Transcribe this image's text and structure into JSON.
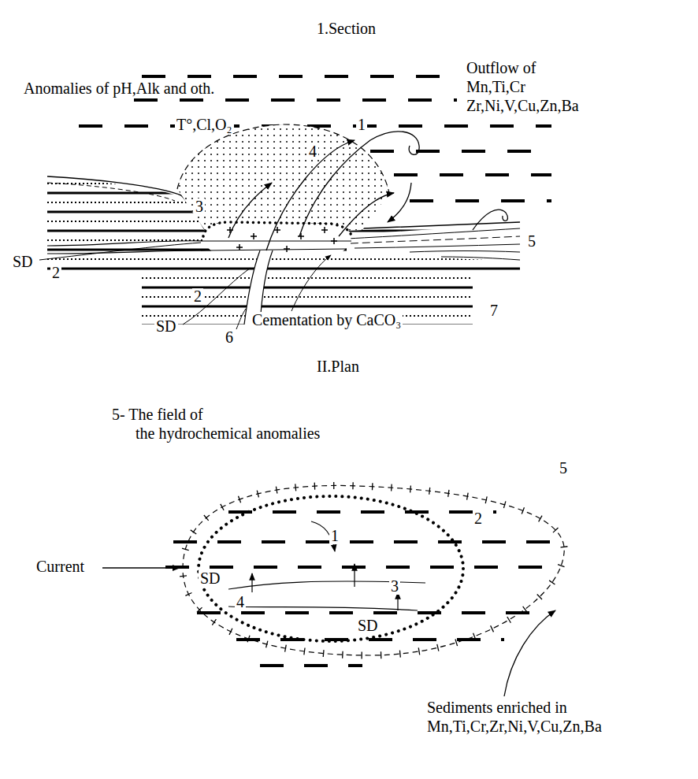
{
  "diagram": {
    "labels": [
      "1.Section",
      "Anomalies of pH,Alk and oth.",
      "Outflow of",
      "Mn,Ti,Cr",
      "Zr,Ni,V,Cu,Zn,Ba",
      "T°,Cl,O₂",
      "1",
      "4",
      "3",
      "5",
      "SD",
      "2",
      "SD",
      "2",
      "6",
      "Cementation by CaCO₃",
      "7",
      "II.Plan",
      "5- The field of",
      "the hydrochemical anomalies",
      "5",
      "Current",
      "1",
      "2",
      "3",
      "SD",
      "4",
      "SD",
      "Sediments enriched in",
      "Mn,Ti,Cr,Zr,Ni,V,Cu,Zn,Ba"
    ]
  }
}
